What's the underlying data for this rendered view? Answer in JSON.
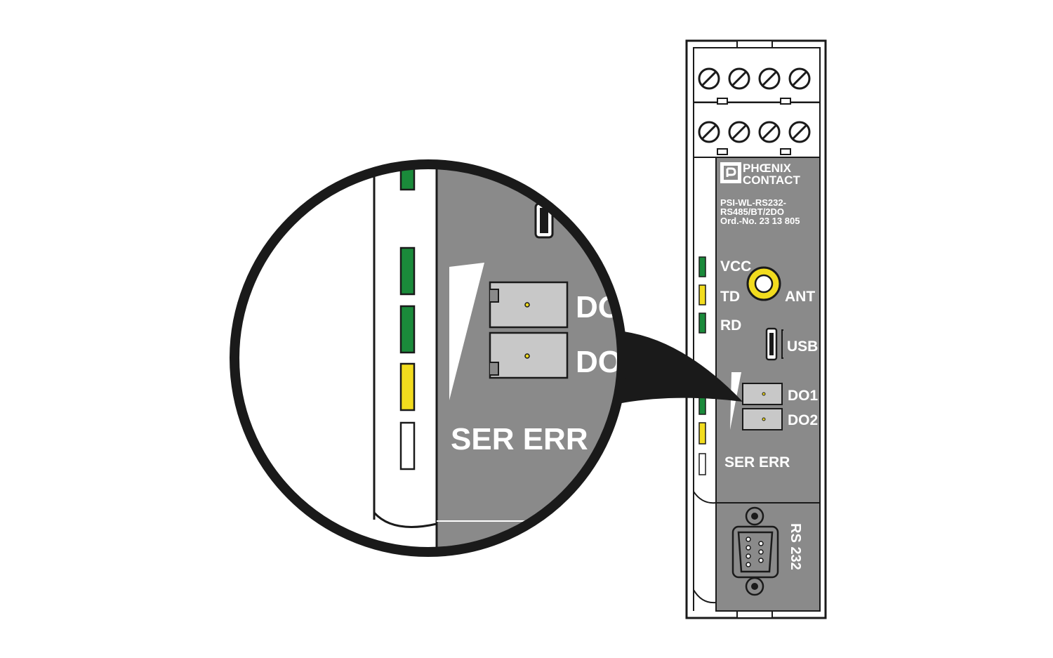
{
  "device": {
    "brand_line1": "PHŒNIX",
    "brand_line2": "CONTACT",
    "model_line1": "PSI-WL-RS232-",
    "model_line2": "RS485/BT/2DO",
    "order_line": "Ord.-No. 23 13 805",
    "labels": {
      "vcc": "VCC",
      "td": "TD",
      "rd": "RD",
      "ant": "ANT",
      "usb": "USB",
      "do1": "DO1",
      "do2": "DO2",
      "ser_err": "SER ERR",
      "rs232": "RS 232"
    },
    "led_colors": {
      "green": "#1a8a3a",
      "yellow": "#f2dc1e",
      "white": "#ffffff"
    }
  },
  "zoom": {
    "do_label_partial": "DO",
    "ser_err_partial": "SER ERR"
  },
  "colors": {
    "panel_gray": "#8a8a8a",
    "outline": "#1a1a1a",
    "switch_gray": "#c8c8c8"
  }
}
